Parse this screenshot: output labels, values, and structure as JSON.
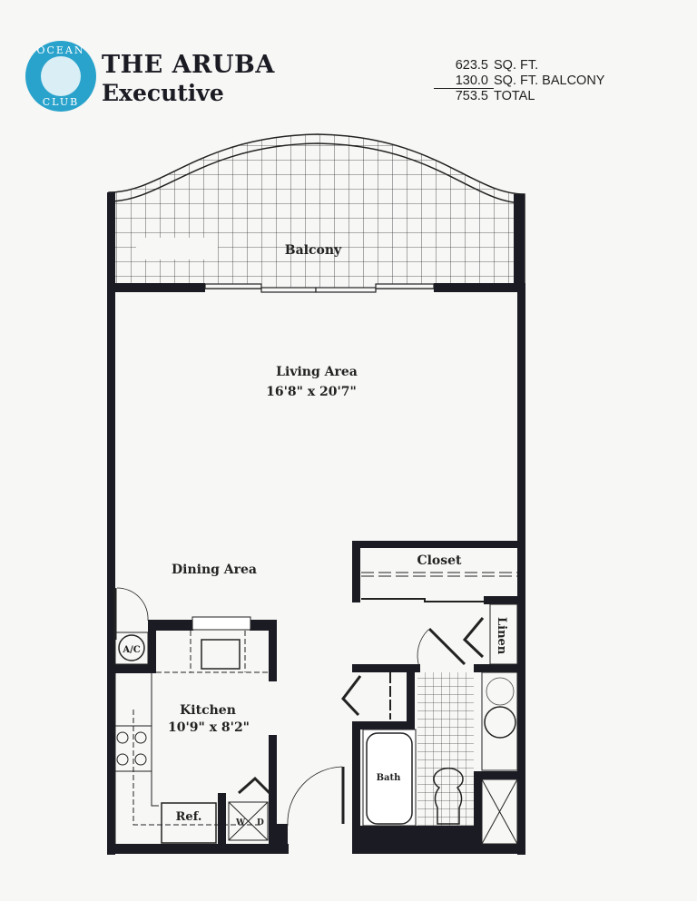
{
  "logo": {
    "top_text": "OCEAN",
    "bottom_text": "CLUB"
  },
  "header": {
    "title": "THE ARUBA",
    "subtitle": "Executive"
  },
  "areas": [
    {
      "value": "623.5",
      "label": "SQ. FT."
    },
    {
      "value": "130.0",
      "label": "SQ. FT. BALCONY"
    },
    {
      "value": "753.5",
      "label": "TOTAL"
    }
  ],
  "rooms": {
    "balcony": "Balcony",
    "living": "Living Area",
    "living_dim": "16'8\" x 20'7\"",
    "dining": "Dining Area",
    "closet": "Closet",
    "linen": "Linen",
    "ac": "A/C",
    "kitchen": "Kitchen",
    "kitchen_dim": "10'9\" x 8'2\"",
    "ref": "Ref.",
    "washer": "W",
    "dryer": "D",
    "bath": "Bath"
  },
  "colors": {
    "wall": "#1b1b24",
    "logo": "#2aa3cc"
  }
}
